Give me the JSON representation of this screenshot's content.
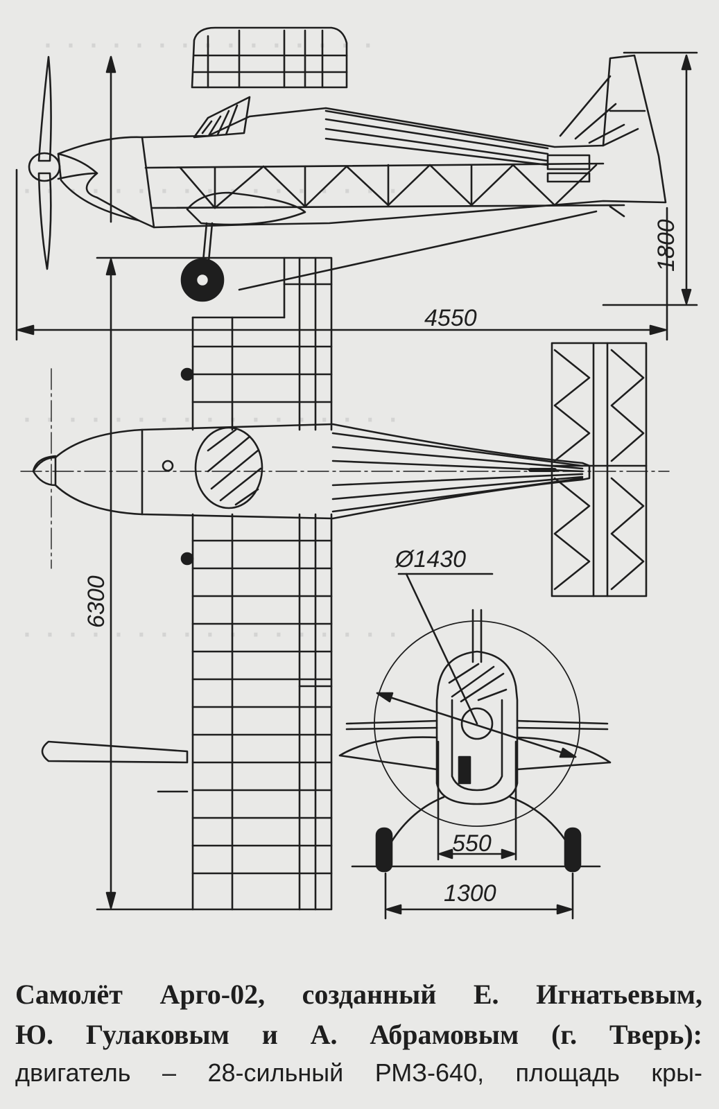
{
  "figure": {
    "dimensions": {
      "height": "1800",
      "length": "4550",
      "span": "6300",
      "propeller_diameter": "Ø1430",
      "inner_width": "550",
      "track": "1300"
    }
  },
  "caption": {
    "line1": "Самолёт Арго-02, созданный Е. Игнатьевым,",
    "line2": "Ю. Гулаковым и А. Абрамовым (г. Тверь):",
    "line3": "двигатель – 28-сильный РМЗ-640, площадь кры-"
  }
}
